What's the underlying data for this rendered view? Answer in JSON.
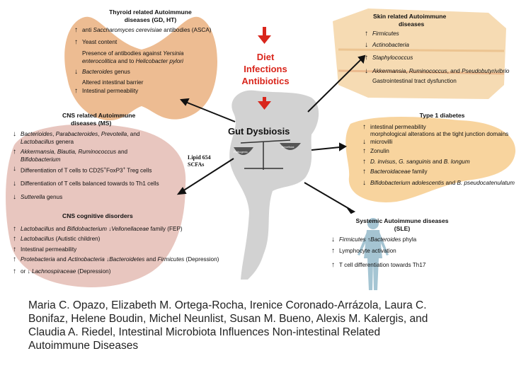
{
  "center": {
    "diet": "Diet",
    "infections": "Infections",
    "antibiotics": "Antibiotics",
    "gut_dysbiosis": "Gut Dysbiosis",
    "pathogenic": "Pathogenic",
    "beneficial": "Beneficial",
    "lipid": "Lipid 654",
    "scfas": "SCFAs"
  },
  "thyroid": {
    "title1": "Thyroid related Autoimmune",
    "title2": "diseases (GD, HT)",
    "i1": "anti ",
    "i1b": "Saccharomyces cerevisiae",
    "i1c": " antibodies (ASCA)",
    "i2": "Yeast content",
    "i3": "Presence of antibodies against ",
    "i3b": "Yersinia",
    "i3c": "enterocolitica",
    "i3d": " and to ",
    "i3e": "Helicobacter pylori",
    "i4": "Bacteroides",
    "i4b": " genus",
    "i5": "Altered  intestinal barrier",
    "i6": "Intestinal permeability"
  },
  "skin": {
    "title1": "Skin related Autoimmune",
    "title2": "diseases",
    "i1": "Firmicutes",
    "i2": "Actinobacteria",
    "i3": "Staphylococcus",
    "i4": "Akkermansia",
    "i4b": ", ",
    "i4c": "Ruminococcus",
    "i4d": ", and ",
    "i4e": "Pseudobutyrivibrio",
    "i5": "Gastrointestinal tract dysfunction"
  },
  "cns": {
    "title1": "CNS related Autoimmune",
    "title2": "diseases (MS)",
    "i1": "Bacterioides",
    "i1b": ", ",
    "i1c": "Parabacteroides",
    "i1d": ", ",
    "i1e": "Prevotella",
    "i1f": ", and",
    "i1g": "Lactobacillus",
    "i1h": " genera",
    "i2": "Akkermansia, Blautia, Ruminococcus",
    "i2b": " and",
    "i2c": "Bifidobacterium",
    "i3": "Differentiation of T cells to CD25",
    "i3sup1": "+",
    "i3b": "FoxP3",
    "i3sup2": "+",
    "i3c": " Treg cells",
    "i4": "Differentiation of T cells balanced towards to Th1 cells",
    "i5": "Sutterella",
    "i5b": " genus"
  },
  "cognitive": {
    "title": "CNS cognitive disorders",
    "i1": "Lactobacillus",
    "i1b": " and ",
    "i1c": "Bifidobacterium",
    "i1d": "Vellonellaceae",
    "i1e": " family (FEP)",
    "i2": "Lactobacillus",
    "i2b": " (Autistic children)",
    "i3": "Intestinal permeability",
    "i4": "Protebacteria",
    "i4b": " and ",
    "i4c": "Actinobacteria",
    "i4d": "Bacteroidetes",
    "i4e": " and ",
    "i4f": "Firmicutes",
    "i4g": " (Depression)",
    "i5": " or ",
    "i5b": "Lachnospiraceae",
    "i5c": " (Depression)"
  },
  "t1d": {
    "title": "Type 1 diabetes",
    "i1": "intestinal permeability",
    "i2": "morphological alterations at the tight junction domains",
    "i3": "microvilli",
    "i4": "Zonulin",
    "i5": "D. invisus",
    "i5b": ", ",
    "i5c": "G. sanguinis",
    "i5d": " and ",
    "i5e": "B. longum",
    "i6": "Bacteroidaceae",
    "i6b": " family",
    "i7": "Bifidobacterium adolescentis",
    "i7b": " and ",
    "i7c": "B. pseudocatenulatum"
  },
  "sle": {
    "title1": "Systemic Autoimmune diseases",
    "title2": "(SLE)",
    "i1": "Firmicutes",
    "i1b": "Bacteroides",
    "i1c": " phyla",
    "i2": "Lymphocyte activation",
    "i3": "T cell differentiation towards Th17"
  },
  "citation": {
    "line1": "Maria C. Opazo,   Elizabeth M. Ortega-Rocha, Irenice Coronado-Arrázola, Laura C.",
    "line2": "Bonifaz, Helene Boudin, Michel Neunlist, Susan M. Bueno, Alexis M. Kalergis, and",
    "line3": "Claudia A. Riedel, Intestinal Microbiota Influences Non-intestinal Related",
    "line4": "Autoimmune Diseases"
  },
  "colors": {
    "red": "#d9261c",
    "thyroid": "#e0a06a",
    "skin": "#f0c98a",
    "pancreas": "#f3c07a",
    "brain": "#d9a49a",
    "body": "#8fb6c8"
  }
}
